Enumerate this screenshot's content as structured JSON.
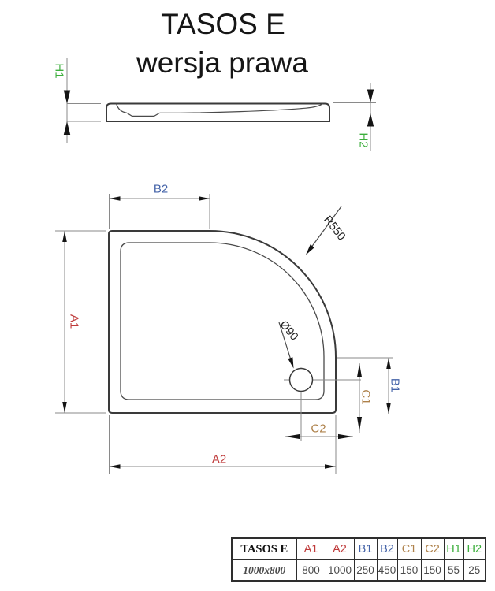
{
  "title": "TASOS E",
  "subtitle": "wersja prawa",
  "dimension_labels": {
    "a1": "A1",
    "a2": "A2",
    "b1": "B1",
    "b2": "B2",
    "c1": "C1",
    "c2": "C2",
    "h1": "H1",
    "h2": "H2"
  },
  "annotations": {
    "corner_radius": "R550",
    "drain_diameter": "Ø90"
  },
  "colors": {
    "dim_red": "#bf3a3a",
    "dim_blue": "#4463a8",
    "dim_tan": "#ae814a",
    "dim_green": "#3cae3c",
    "outline_dark": "#3a3a3a",
    "dim_line_gray": "#888888"
  },
  "table": {
    "model_header": "TASOS E",
    "headers": [
      {
        "label": "A1",
        "color": "red"
      },
      {
        "label": "A2",
        "color": "red"
      },
      {
        "label": "B1",
        "color": "blue"
      },
      {
        "label": "B2",
        "color": "blue"
      },
      {
        "label": "C1",
        "color": "tan"
      },
      {
        "label": "C2",
        "color": "tan"
      },
      {
        "label": "H1",
        "color": "green"
      },
      {
        "label": "H2",
        "color": "green"
      }
    ],
    "row": {
      "model": "1000x800",
      "values": [
        "800",
        "1000",
        "250",
        "450",
        "150",
        "150",
        "55",
        "25"
      ]
    }
  }
}
